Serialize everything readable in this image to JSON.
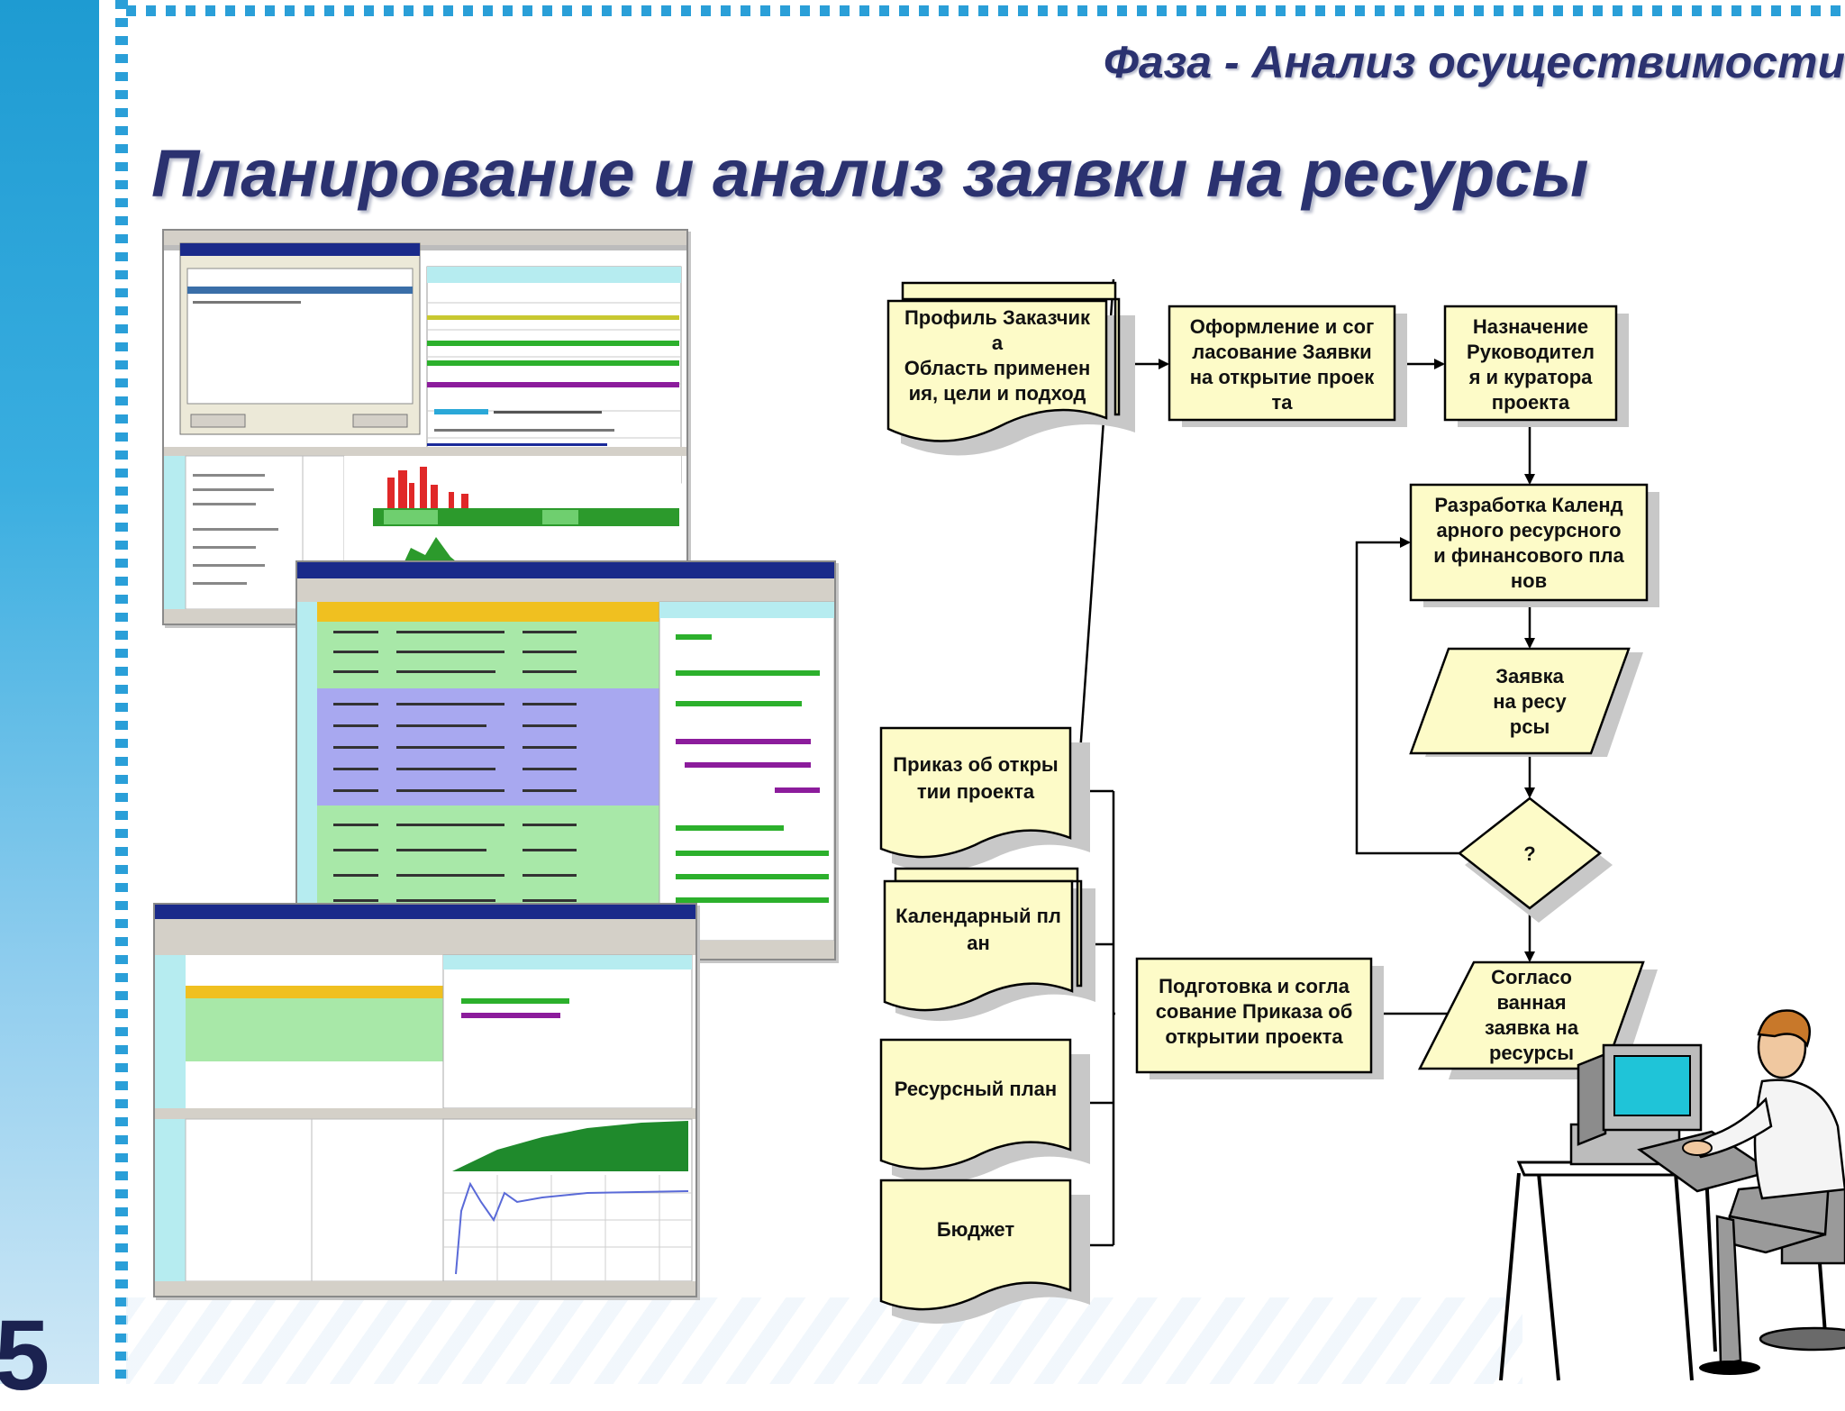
{
  "header": {
    "phase_title": "Фаза - Анализ осуществимости",
    "main_title": "Планирование и анализ заявки на ресурсы",
    "page_number": "5"
  },
  "colors": {
    "title": "#2b3270",
    "shape_fill": "#fdfbc8",
    "shape_stroke": "#000000",
    "shape_shadow": "#c8c8c8",
    "accent_band": "#1e9bd2"
  },
  "flow": {
    "customer_profile": [
      "Профиль Заказчик",
      "а",
      "Область применен",
      "ия, цели и подход"
    ],
    "request_approval": [
      "Оформление и сог",
      "ласование Заявки",
      "на открытие проек",
      "та"
    ],
    "appoint_manager": [
      "Назначение",
      "Руководител",
      "я и куратора",
      "проекта"
    ],
    "develop_plans": [
      "Разработка Календ",
      "арного ресурсного",
      "и финансового пла",
      "нов"
    ],
    "resource_request": [
      "Заявка",
      "на ресу",
      "рсы"
    ],
    "decision": [
      "?"
    ],
    "approved_request": [
      "Согласо",
      "ванная",
      "заявка на",
      "ресурсы"
    ],
    "prepare_order": [
      "Подготовка и согла",
      "сование Приказа об",
      "открытии проекта"
    ],
    "project_order": [
      "Приказ об откры",
      "тии проекта"
    ],
    "calendar_plan": [
      "Календарный пл",
      "ан"
    ],
    "resource_plan": [
      "Ресурсный план"
    ],
    "budget": [
      "Бюджет"
    ]
  },
  "screenshots": [
    {
      "name": "resource-loading-window"
    },
    {
      "name": "gantt-table-window"
    },
    {
      "name": "financial-chart-window"
    }
  ]
}
